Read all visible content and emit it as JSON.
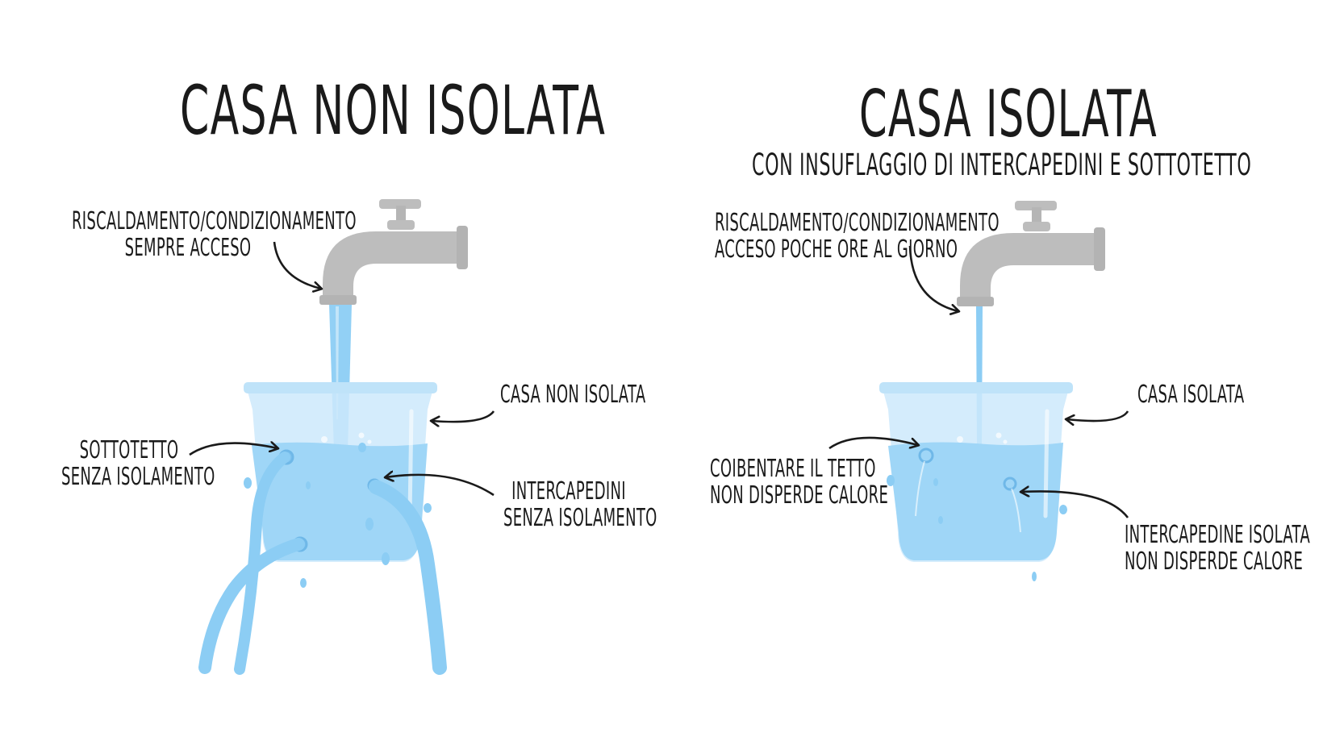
{
  "left": {
    "title": "CASA NON ISOLATA",
    "heating_label": [
      "RISCALDAMENTO/CONDIZIONAMENTO",
      "SEMPRE ACCESO"
    ],
    "house_label": "CASA NON ISOLATA",
    "attic_label": [
      "SOTTOTETTO",
      "SENZA ISOLAMENTO"
    ],
    "walls_label": [
      "INTERCAPEDINI",
      "SENZA ISOLAMENTO"
    ]
  },
  "right": {
    "title": "CASA ISOLATA",
    "subtitle": "CON INSUFLAGGIO DI INTERCAPEDINI E SOTTOTETTO",
    "heating_label": [
      "RISCALDAMENTO/CONDIZIONAMENTO",
      "ACCESO POCHE ORE AL GIORNO"
    ],
    "house_label": "CASA ISOLATA",
    "roof_label": [
      "COIBENTARE IL TETTO",
      "NON DISPERDE CALORE"
    ],
    "walls_label": [
      "INTERCAPEDINE ISOLATA",
      "NON DISPERDE CALORE"
    ]
  },
  "colors": {
    "faucet": "#bdbdbd",
    "faucet_dark": "#a9a9a9",
    "glass": "#cde9fb",
    "water": "#9fd6f7",
    "water_dark": "#7fc3ef",
    "stream": "#8ccdf4",
    "arrow": "#1a1a1a"
  }
}
